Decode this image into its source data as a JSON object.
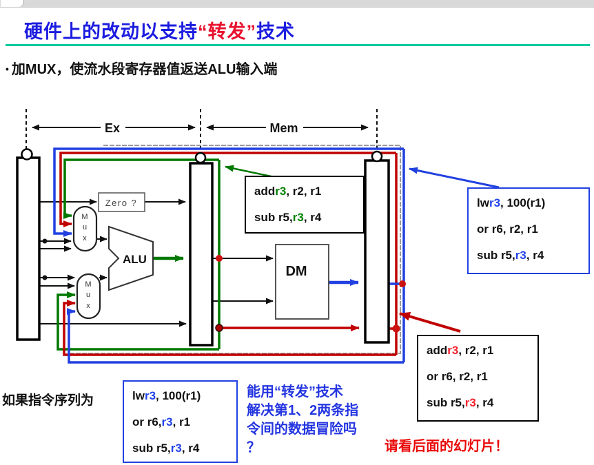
{
  "header": {
    "title_parts": [
      {
        "t": "硬件上的改动以支持",
        "c": "title_blue"
      },
      {
        "t": "“转发”",
        "c": "title_red"
      },
      {
        "t": "技术",
        "c": "title_blue"
      }
    ]
  },
  "bullet": {
    "marker": "•",
    "text": "加MUX，使流水段寄存器值返送ALU输入端"
  },
  "diagram": {
    "stage_labels": {
      "ex": "Ex",
      "mem": "Mem"
    },
    "components": {
      "zero_label": "Zero ?",
      "alu_label": "ALU",
      "dm_label": "DM",
      "mux_letters": [
        "M",
        "u",
        "x"
      ]
    }
  },
  "boxes": {
    "exmem": {
      "lines": [
        [
          {
            "t": "add ",
            "c": "k"
          },
          {
            "t": "r3",
            "c": "g"
          },
          {
            "t": ", r2, r1",
            "c": "k"
          }
        ],
        [
          {
            "t": "sub r5, ",
            "c": "k"
          },
          {
            "t": "r3",
            "c": "g"
          },
          {
            "t": ", r4",
            "c": "k"
          }
        ]
      ]
    },
    "memwb": {
      "lines": [
        [
          {
            "t": "lw ",
            "c": "k"
          },
          {
            "t": "r3",
            "c": "b"
          },
          {
            "t": ", 100(r1)",
            "c": "k"
          }
        ],
        [
          {
            "t": "or r6, r2, r1",
            "c": "k"
          }
        ],
        [
          {
            "t": "sub r5, ",
            "c": "k"
          },
          {
            "t": "r3",
            "c": "b"
          },
          {
            "t": ", r4",
            "c": "k"
          }
        ]
      ]
    },
    "wb": {
      "lines": [
        [
          {
            "t": "add ",
            "c": "k"
          },
          {
            "t": "r3",
            "c": "r"
          },
          {
            "t": ", r2, r1",
            "c": "k"
          }
        ],
        [
          {
            "t": "or r6, r2, r1",
            "c": "k"
          }
        ],
        [
          {
            "t": "sub r5, ",
            "c": "k"
          },
          {
            "t": "r3",
            "c": "r"
          },
          {
            "t": ", r4",
            "c": "k"
          }
        ]
      ]
    },
    "sequence": {
      "lines": [
        [
          {
            "t": "lw ",
            "c": "k"
          },
          {
            "t": "r3",
            "c": "b"
          },
          {
            "t": ", 100(r1)",
            "c": "k"
          }
        ],
        [
          {
            "t": "or r6, ",
            "c": "k"
          },
          {
            "t": "r3",
            "c": "b"
          },
          {
            "t": ", r1",
            "c": "k"
          }
        ],
        [
          {
            "t": "sub r5, ",
            "c": "k"
          },
          {
            "t": "r3",
            "c": "b"
          },
          {
            "t": ", r4",
            "c": "k"
          }
        ]
      ]
    }
  },
  "bottom": {
    "prompt": "如果指令序列为",
    "question_lines": [
      "能用“转发”技术",
      "解决第1、2两条指",
      "令间的数据冒险吗",
      "？"
    ],
    "note": "请看后面的幻灯片！"
  },
  "colors": {
    "title_blue": "#1c1ce0",
    "title_red": "#e8112d",
    "k": "#111111",
    "g": "#008000",
    "b": "#2343ea",
    "r": "#f5222d",
    "question_blue": "#2536e0",
    "note_red": "#ea0a0a",
    "rule_teal": "#00c9a1",
    "wire_green": "#007800",
    "wire_red": "#c00000",
    "wire_blue": "#2140e0"
  }
}
